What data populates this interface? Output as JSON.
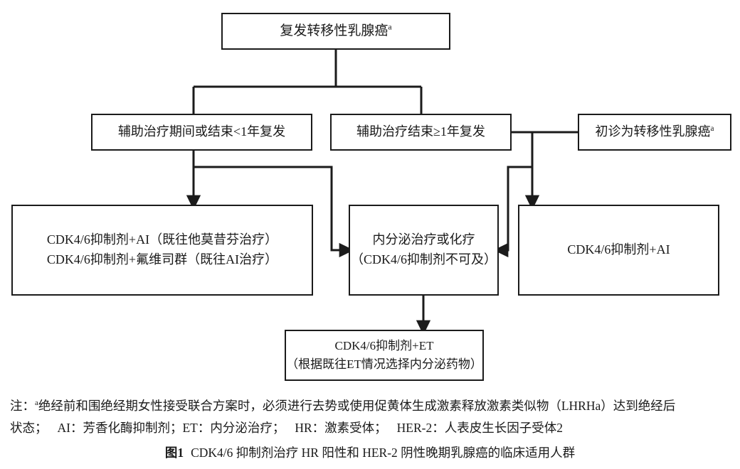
{
  "figure": {
    "type": "clinical-decision-flowchart",
    "language": "zh-CN",
    "colors": {
      "stroke": "#1b1b1b",
      "box_fill": "#ffffff",
      "text": "#1a1a1a",
      "background": "#ffffff"
    }
  },
  "nodes": {
    "recurrent_metastatic": {
      "id": "node-recurrent",
      "lines": [
        "复发转移性乳腺癌"
      ],
      "superscript": "a"
    },
    "adjuvant_during_or_lt1y": {
      "id": "node-adj-during",
      "lines": [
        "辅助治疗期间或结束<1年复发"
      ]
    },
    "adjuvant_after_ge1y": {
      "id": "node-adj-after",
      "lines": [
        "辅助治疗结束≥1年复发"
      ]
    },
    "de_novo_metastatic": {
      "id": "node-denovo",
      "lines": [
        "初诊为转移性乳腺癌"
      ],
      "superscript": "a"
    },
    "cdk_left": {
      "id": "node-cdk-left",
      "lines": [
        "CDK4/6抑制剂+AI（既往他莫昔芬治疗）",
        "CDK4/6抑制剂+氟维司群（既往AI治疗）"
      ]
    },
    "endocrine_or_chemo": {
      "id": "node-et-chemo",
      "lines": [
        "内分泌治疗或化疗",
        "（CDK4/6抑制剂不可及）"
      ]
    },
    "cdk_right": {
      "id": "node-cdk-right",
      "lines": [
        "CDK4/6抑制剂+AI"
      ]
    },
    "cdk_plus_et": {
      "id": "node-cdk-et",
      "lines": [
        "CDK4/6抑制剂+ET",
        "（根据既往ET情况选择内分泌药物）"
      ]
    }
  },
  "edges": [
    {
      "name": "recurrent-to-split",
      "from": "recurrent_metastatic",
      "to": "split-bus",
      "arrow": false
    },
    {
      "name": "split-to-adjuvant-during",
      "from": "split-bus",
      "to": "adjuvant_during_or_lt1y",
      "arrow": false
    },
    {
      "name": "split-to-adjuvant-after",
      "from": "split-bus",
      "to": "adjuvant_after_ge1y",
      "arrow": false
    },
    {
      "name": "adjuvant-during-to-cdk-left",
      "from": "adjuvant_during_or_lt1y",
      "to": "cdk_left",
      "arrow": true
    },
    {
      "name": "adjuvant-during-to-endocrine",
      "from": "adjuvant_during_or_lt1y",
      "to": "endocrine_or_chemo",
      "arrow": true
    },
    {
      "name": "adjuvant-after-to-denovo-bus",
      "from": "adjuvant_after_ge1y",
      "to": "de_novo_metastatic",
      "arrow": false
    },
    {
      "name": "bus-to-cdk-right",
      "from": "adjuvant_after_ge1y",
      "to": "cdk_right",
      "arrow": true
    },
    {
      "name": "bus-to-endocrine",
      "from": "adjuvant_after_ge1y",
      "to": "endocrine_or_chemo",
      "arrow": true
    },
    {
      "name": "endocrine-to-cdk-et",
      "from": "endocrine_or_chemo",
      "to": "cdk_plus_et",
      "arrow": true
    }
  ],
  "notes": {
    "label": "注：",
    "superscript": "a",
    "line1": "绝经前和围绝经期女性接受联合方案时，必须进行去势或使用促黄体生成激素释放激素类似物（LHRHa）达到绝经后",
    "line2_prefix": "状态；",
    "abbreviations": [
      "AI：芳香化酶抑制剂；",
      "ET：内分泌治疗；",
      "HR：激素受体；",
      "HER-2：人表皮生长因子受体2"
    ],
    "line2_full": "状态；　AI：芳香化酶抑制剂；ET：内分泌治疗；　HR：激素受体；　HER-2：人表皮生长因子受体2"
  },
  "caption": {
    "number": "图1",
    "text": "CDK4/6 抑制剂治疗 HR 阳性和 HER-2 阴性晚期乳腺癌的临床适用人群"
  }
}
